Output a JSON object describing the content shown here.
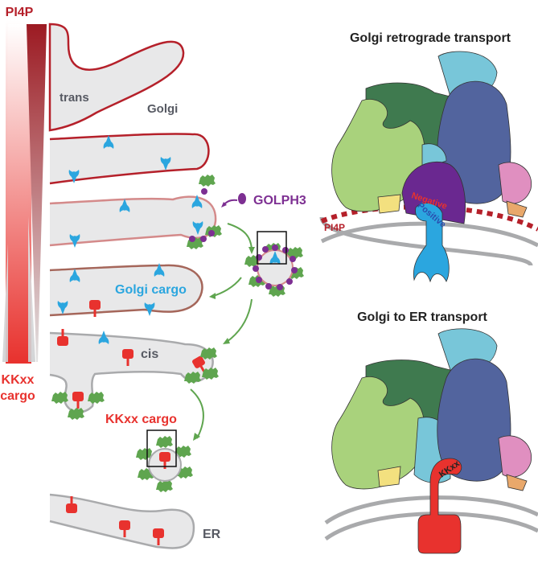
{
  "left_panel": {
    "gradient_top_label": "PI4P",
    "gradient_bottom_label_line1": "KKxx",
    "gradient_bottom_label_line2": "cargo",
    "trans_label": "trans",
    "golgi_label": "Golgi",
    "golph3_label": "GOLPH3",
    "golgi_cargo_label": "Golgi cargo",
    "cis_label": "cis",
    "kkxx_cargo_label": "KKxx cargo",
    "er_label": "ER"
  },
  "right_top": {
    "title": "Golgi retrograde transport",
    "pi4p_label": "PI4P",
    "negative_label": "Negative",
    "positive_label": "Positive"
  },
  "right_bottom": {
    "title": "Golgi to ER transport",
    "kkxx_label": "KKxx"
  },
  "colors": {
    "pi4p_red": "#b5202a",
    "kkxx_red": "#e8322e",
    "golgi_cargo_blue": "#2ba6df",
    "golph3_purple": "#7d2f92",
    "copi_green": "#5fa54f",
    "cisterna_fill": "#e8e8e9",
    "label_gray": "#575a63"
  }
}
